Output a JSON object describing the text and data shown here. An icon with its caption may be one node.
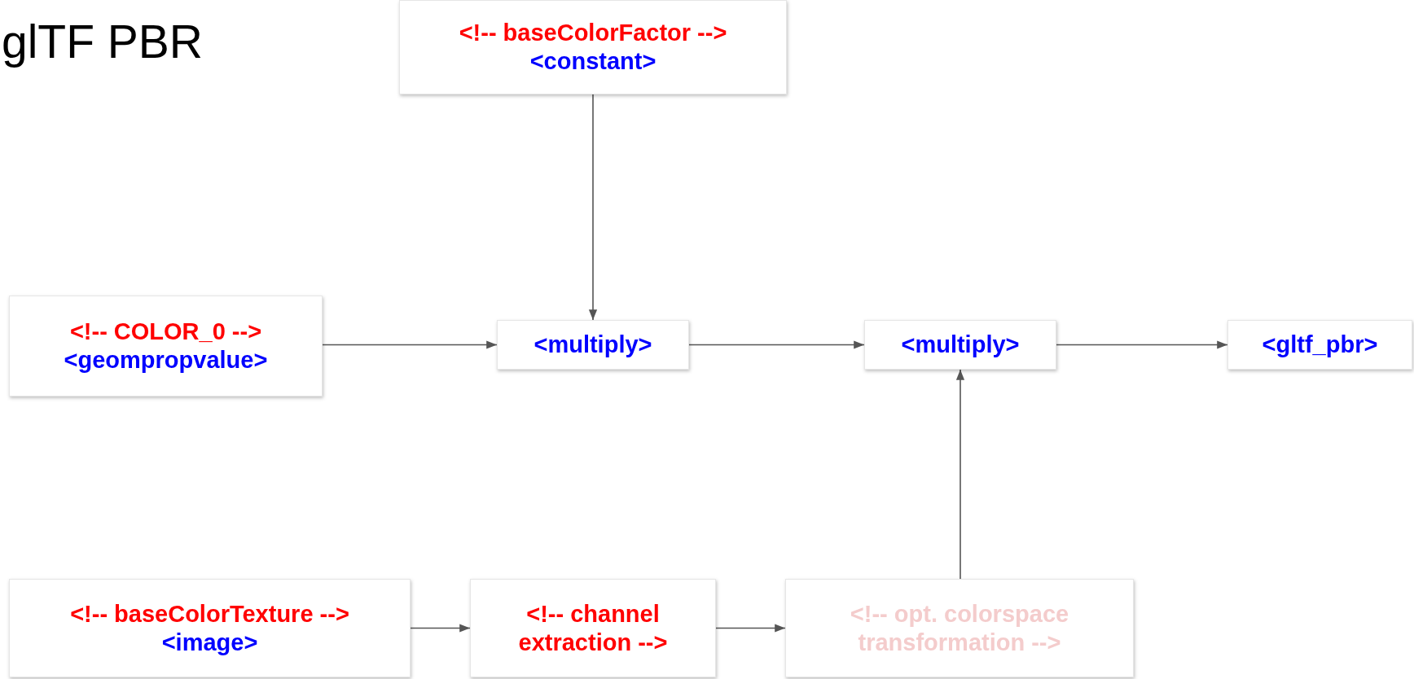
{
  "diagram": {
    "title": "glTF PBR",
    "nodes": [
      {
        "text": [
          "<!-- baseColorFactor -->",
          "<constant>"
        ]
      },
      {
        "text": [
          "<!-- COLOR_0 -->",
          "<geompropvalue>"
        ]
      },
      {
        "text": [
          "<multiply>"
        ]
      },
      {
        "text": [
          "<multiply>"
        ]
      },
      {
        "text": [
          "<gltf_pbr>"
        ]
      },
      {
        "text": [
          "<!-- baseColorTexture -->",
          "<image>"
        ]
      },
      {
        "text": [
          "<!-- channel extraction -->"
        ]
      },
      {
        "text": [
          "<!-- opt. colorspace transformation -->"
        ]
      }
    ],
    "edges": [
      {
        "from": 0,
        "to": 2,
        "arrow": "to"
      },
      {
        "from": 1,
        "to": 2,
        "arrow": "to"
      },
      {
        "from": 2,
        "to": 3,
        "arrow": "to"
      },
      {
        "from": 3,
        "to": 4,
        "arrow": "to"
      },
      {
        "from": 5,
        "to": 6,
        "arrow": "to"
      },
      {
        "from": 6,
        "to": 7,
        "arrow": "to"
      },
      {
        "from": 7,
        "to": 3,
        "arrow": "to"
      }
    ]
  }
}
